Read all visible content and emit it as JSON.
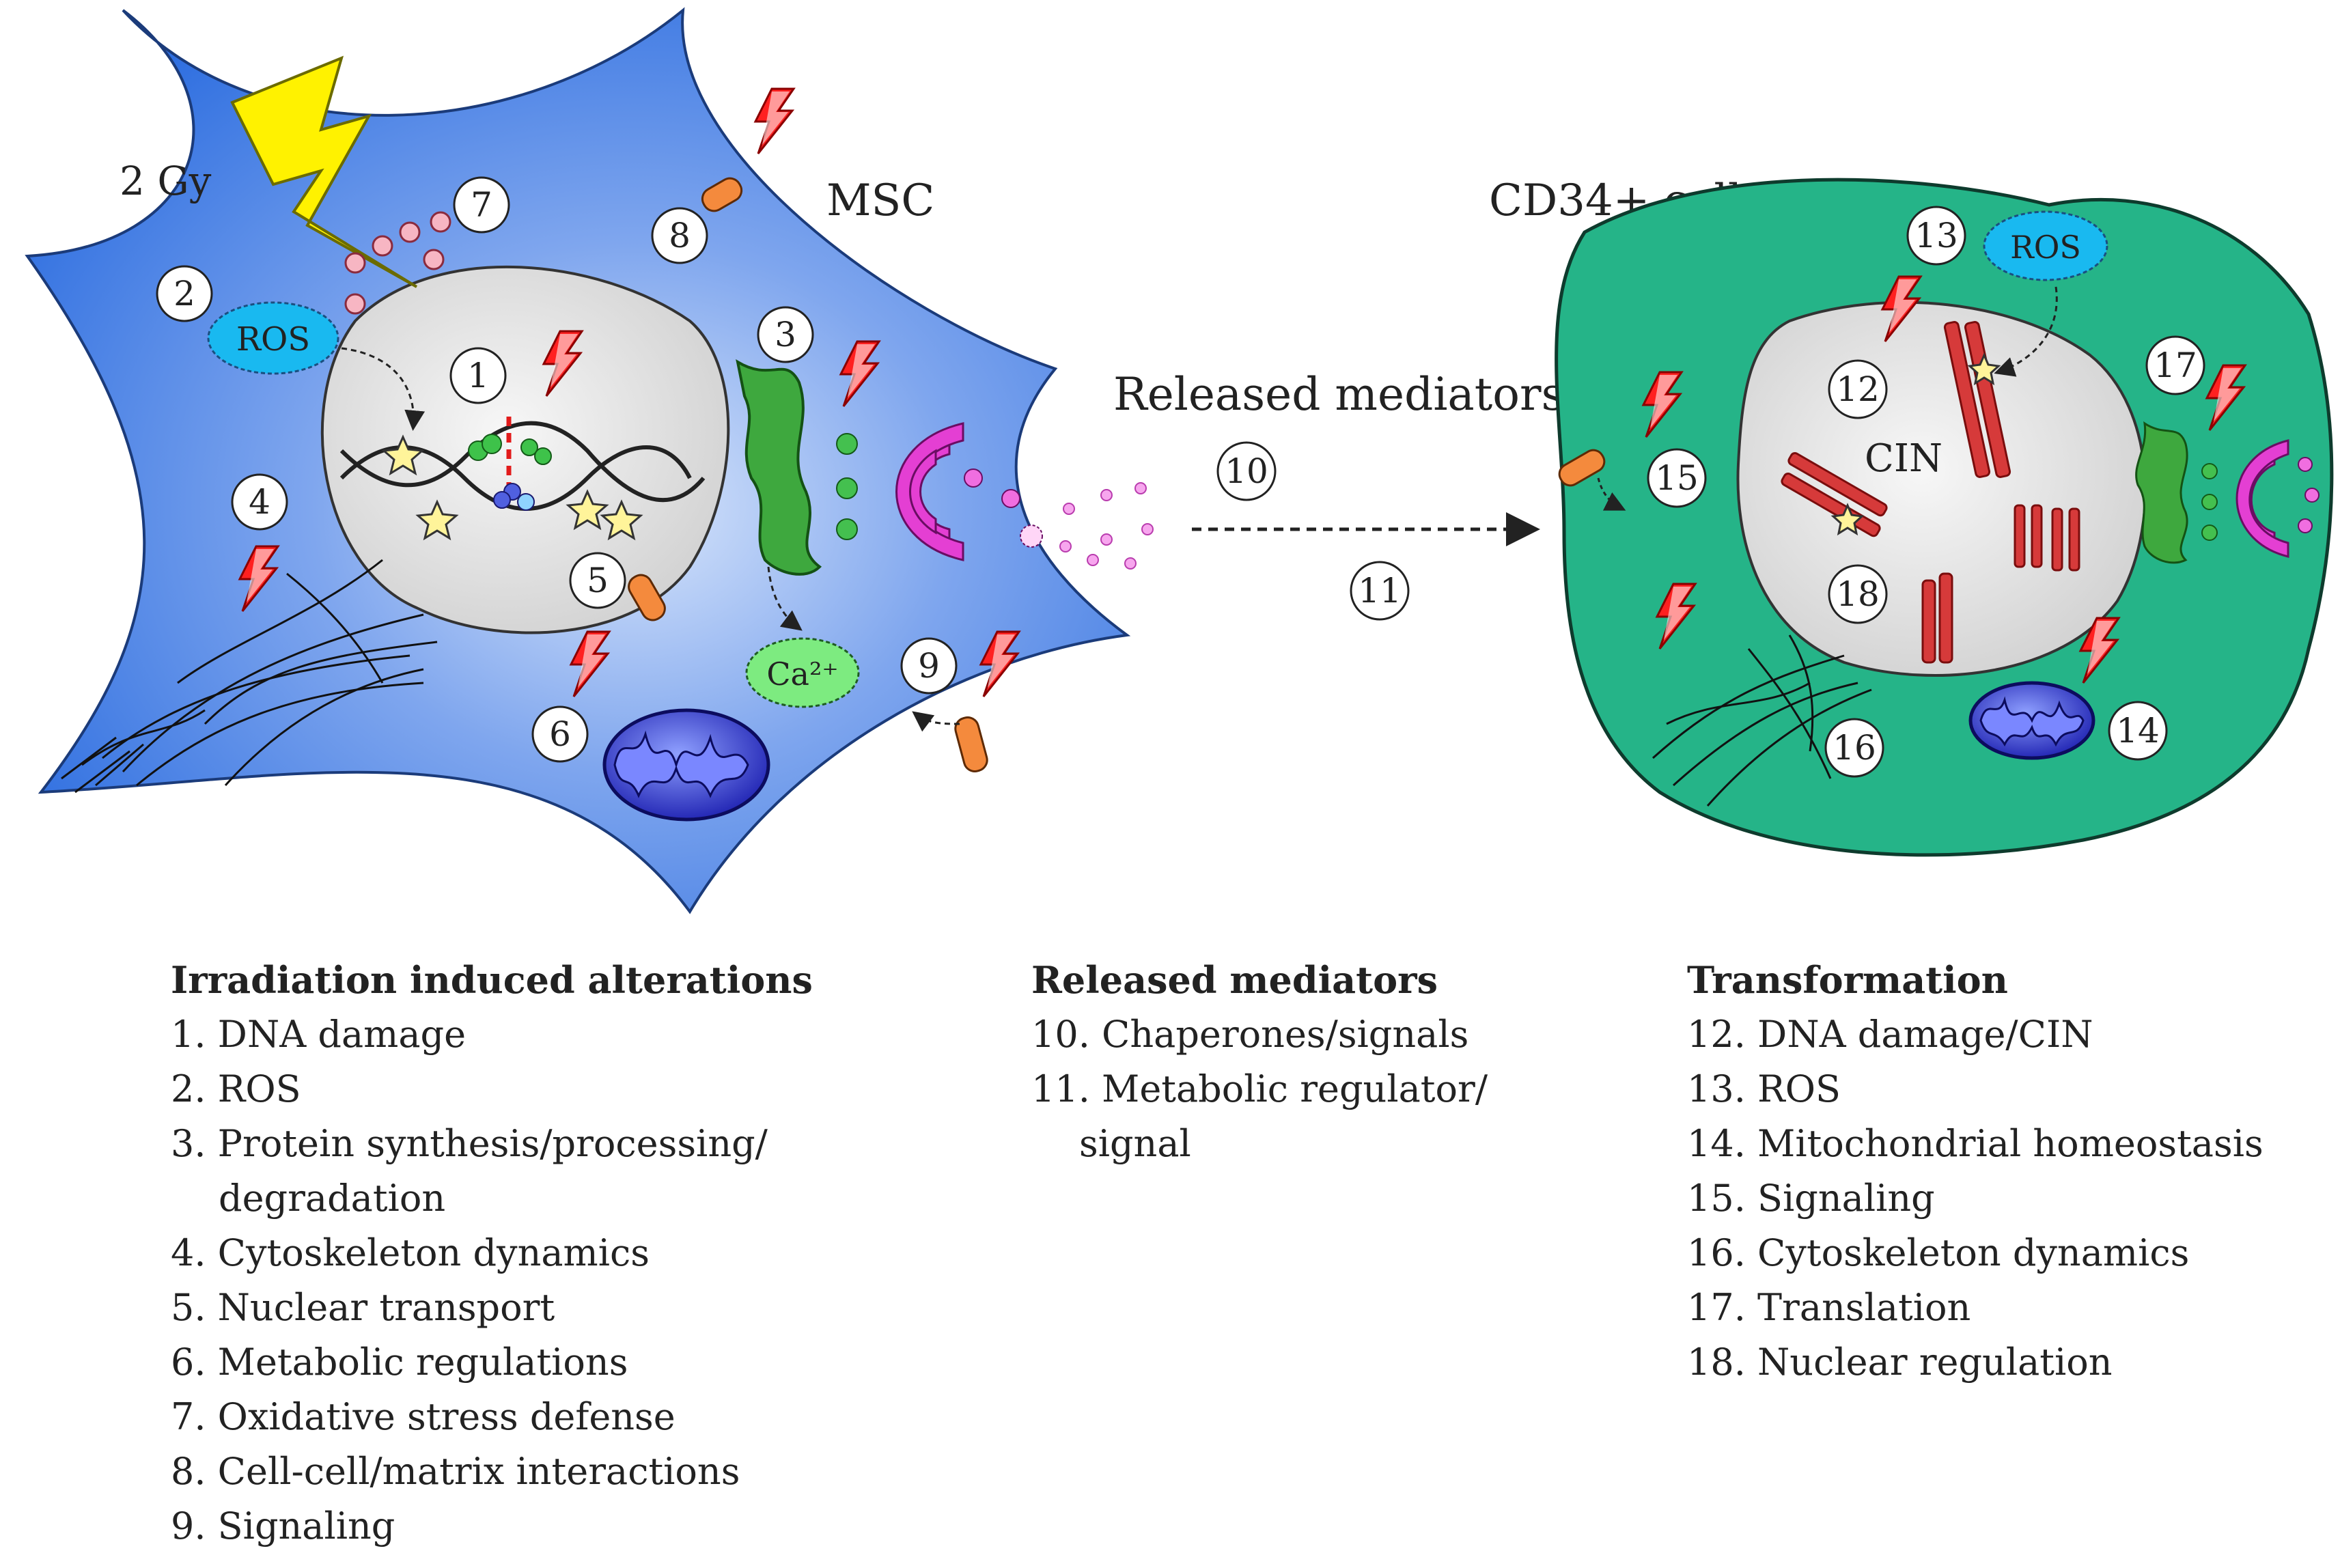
{
  "figure": {
    "dose_label": "2 Gy",
    "msc_label": "MSC",
    "cd34_label": "CD34+ cell",
    "released_label": "Released mediators",
    "ros_label": "ROS",
    "ros_label_cd34": "ROS",
    "ca_label": "Ca²⁺",
    "cin_label": "CIN",
    "markers": [
      "1",
      "2",
      "3",
      "4",
      "5",
      "6",
      "7",
      "8",
      "9",
      "10",
      "11",
      "12",
      "13",
      "14",
      "15",
      "16",
      "17",
      "18"
    ]
  },
  "legend": {
    "irradiation": {
      "title": "Irradiation induced alterations",
      "items": [
        "1. DNA damage",
        "2. ROS",
        "3. Protein synthesis/processing/",
        "degradation",
        "4. Cytoskeleton dynamics",
        "5. Nuclear transport",
        "6. Metabolic regulations",
        "7. Oxidative stress defense",
        "8. Cell-cell/matrix interactions",
        "9. Signaling"
      ]
    },
    "released": {
      "title": "Released mediators",
      "items": [
        "10. Chaperones/signals",
        "11. Metabolic regulator/",
        "signal"
      ]
    },
    "transformation": {
      "title": "Transformation",
      "items": [
        "12. DNA damage/CIN",
        "13. ROS",
        "14. Mitochondrial homeostasis",
        "15. Signaling",
        "16. Cytoskeleton dynamics",
        "17. Translation",
        "18. Nuclear regulation"
      ]
    }
  }
}
